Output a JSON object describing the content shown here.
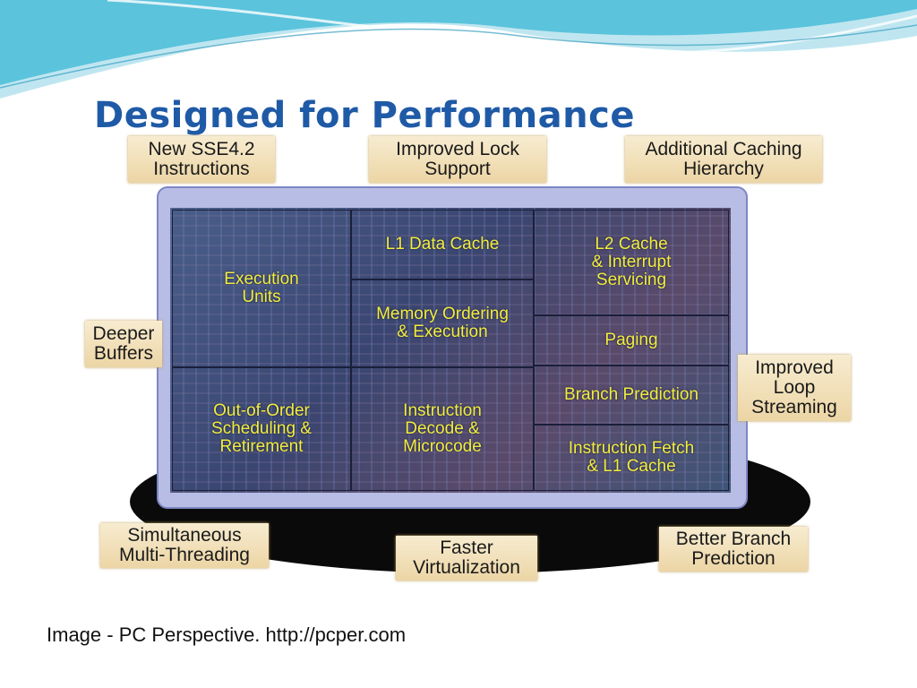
{
  "slide": {
    "title": "Designed for Performance",
    "die_blocks": {
      "execution_units": "Execution\nUnits",
      "l1_data_cache": "L1 Data Cache",
      "l2_cache": "L2 Cache\n& Interrupt\nServicing",
      "memory_ordering": "Memory Ordering\n& Execution",
      "paging": "Paging",
      "branch_prediction": "Branch Prediction",
      "out_of_order": "Out-of-Order\nScheduling &\nRetirement",
      "instruction_decode": "Instruction\nDecode &\nMicrocode",
      "instruction_fetch": "Instruction Fetch\n& L1 Cache"
    },
    "feature_tags": {
      "sse42": "New SSE4.2\nInstructions",
      "lock_support": "Improved Lock\nSupport",
      "caching_hierarchy": "Additional Caching\nHierarchy",
      "deeper_buffers": "Deeper\nBuffers",
      "loop_streaming": "Improved\nLoop\nStreaming",
      "smt": "Simultaneous\nMulti-Threading",
      "virtualization": "Faster\nVirtualization",
      "branch_prediction": "Better Branch\nPrediction"
    }
  },
  "caption": "Image - PC Perspective. http://pcper.com",
  "colors": {
    "title": "#1f5aa6",
    "block_label": "#f2ee3c",
    "tag_bg": "#ecd5a5",
    "wave_primary": "#5bc3dc",
    "wave_light": "#bfe6f0"
  }
}
